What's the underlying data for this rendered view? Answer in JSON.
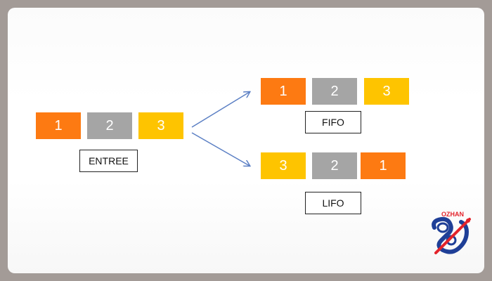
{
  "colors": {
    "orange": "#fd7a12",
    "gray": "#a5a5a5",
    "yellow": "#fec400",
    "arrow": "#5b7fc4",
    "logo_blue": "#1f3f97",
    "logo_red": "#e3232b"
  },
  "entree": {
    "cells": [
      {
        "text": "1",
        "color": "orange"
      },
      {
        "text": "2",
        "color": "gray"
      },
      {
        "text": "3",
        "color": "yellow"
      }
    ],
    "label": "ENTREE"
  },
  "fifo": {
    "cells": [
      {
        "text": "1",
        "color": "orange"
      },
      {
        "text": "2",
        "color": "gray"
      },
      {
        "text": "3",
        "color": "yellow"
      }
    ],
    "label": "FIFO"
  },
  "lifo": {
    "cells": [
      {
        "text": "3",
        "color": "yellow"
      },
      {
        "text": "2",
        "color": "gray"
      },
      {
        "text": "1",
        "color": "orange"
      }
    ],
    "label": "LIFO"
  },
  "logo": {
    "text": "OZHAN"
  }
}
